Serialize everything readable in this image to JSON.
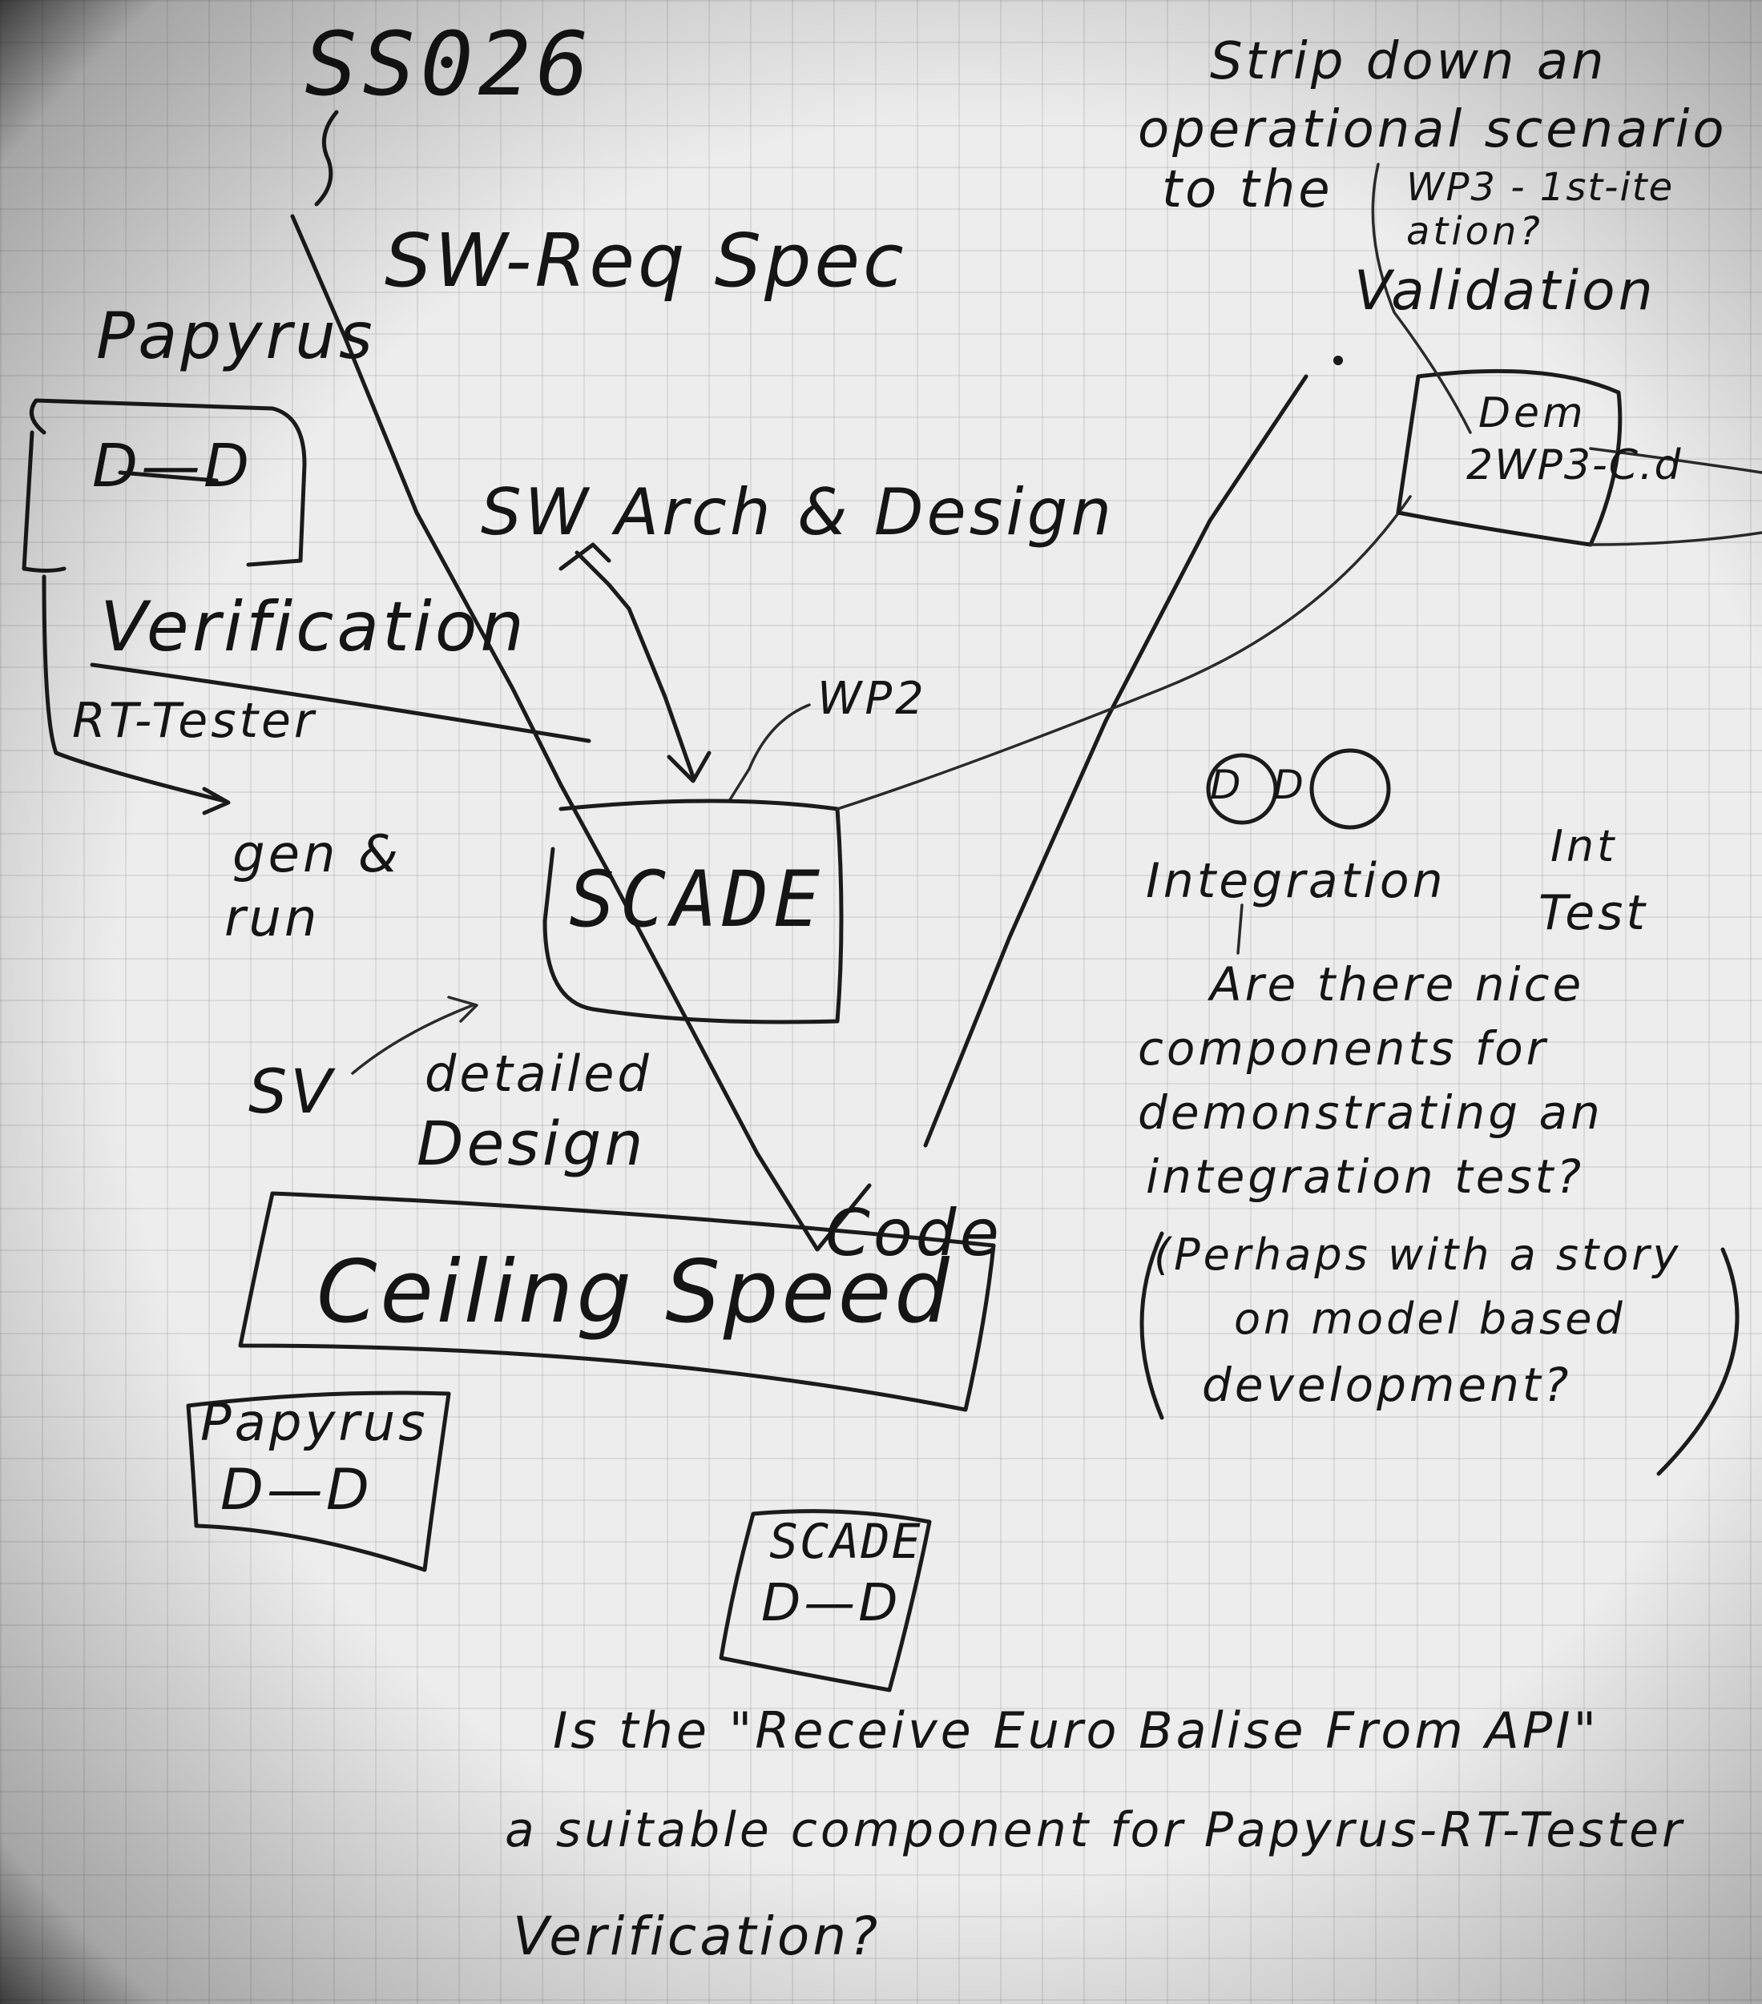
{
  "nodes": {
    "ss026": "SS026",
    "sw_req_spec": "SW-Req Spec",
    "papyrus_top": "Papyrus",
    "papyrus_top_glyph": "D—D",
    "verification": "Verification",
    "rt_tester": "RT-Tester",
    "gen_run_1": "gen &",
    "gen_run_2": "run",
    "sw_arch_design": "SW Arch & Design",
    "wp2": "WP2",
    "scade_main": "SCADE",
    "sw_label": "SV",
    "detailed": "detailed",
    "design": "Design",
    "code": "Code",
    "ceiling_speed": "Ceiling Speed",
    "papyrus_bottom": "Papyrus",
    "papyrus_bottom_glyph": "D—D",
    "scade_bottom": "SCADE",
    "scade_bottom_glyph": "D—D",
    "integration": "Integration",
    "int_test_1": "Int",
    "int_test_2": "Test",
    "demo_box_1": "Dem",
    "demo_box_2": "2WP3-C.d",
    "validation": "Validation"
  },
  "notes": {
    "strip_1": "Strip down an",
    "strip_2": "operational scenario",
    "strip_3": "to the",
    "wp3_1": "WP3 - 1st-ite",
    "wp3_2": "ation?",
    "nice_1": "Are there nice",
    "nice_2": "components for",
    "nice_3": "demonstrating an",
    "nice_4": "integration test?",
    "perhaps_1": "(Perhaps with a story",
    "perhaps_2": "on model based",
    "perhaps_3": "development?",
    "question_1": "Is the \"Receive Euro Balise From API\"",
    "question_2": "a suitable component for Papyrus-RT-Tester",
    "question_3": "Verification?"
  },
  "colors": {
    "ink": "#1b1b1b",
    "paper": "#ededed",
    "grid": "#b5b5b5"
  }
}
